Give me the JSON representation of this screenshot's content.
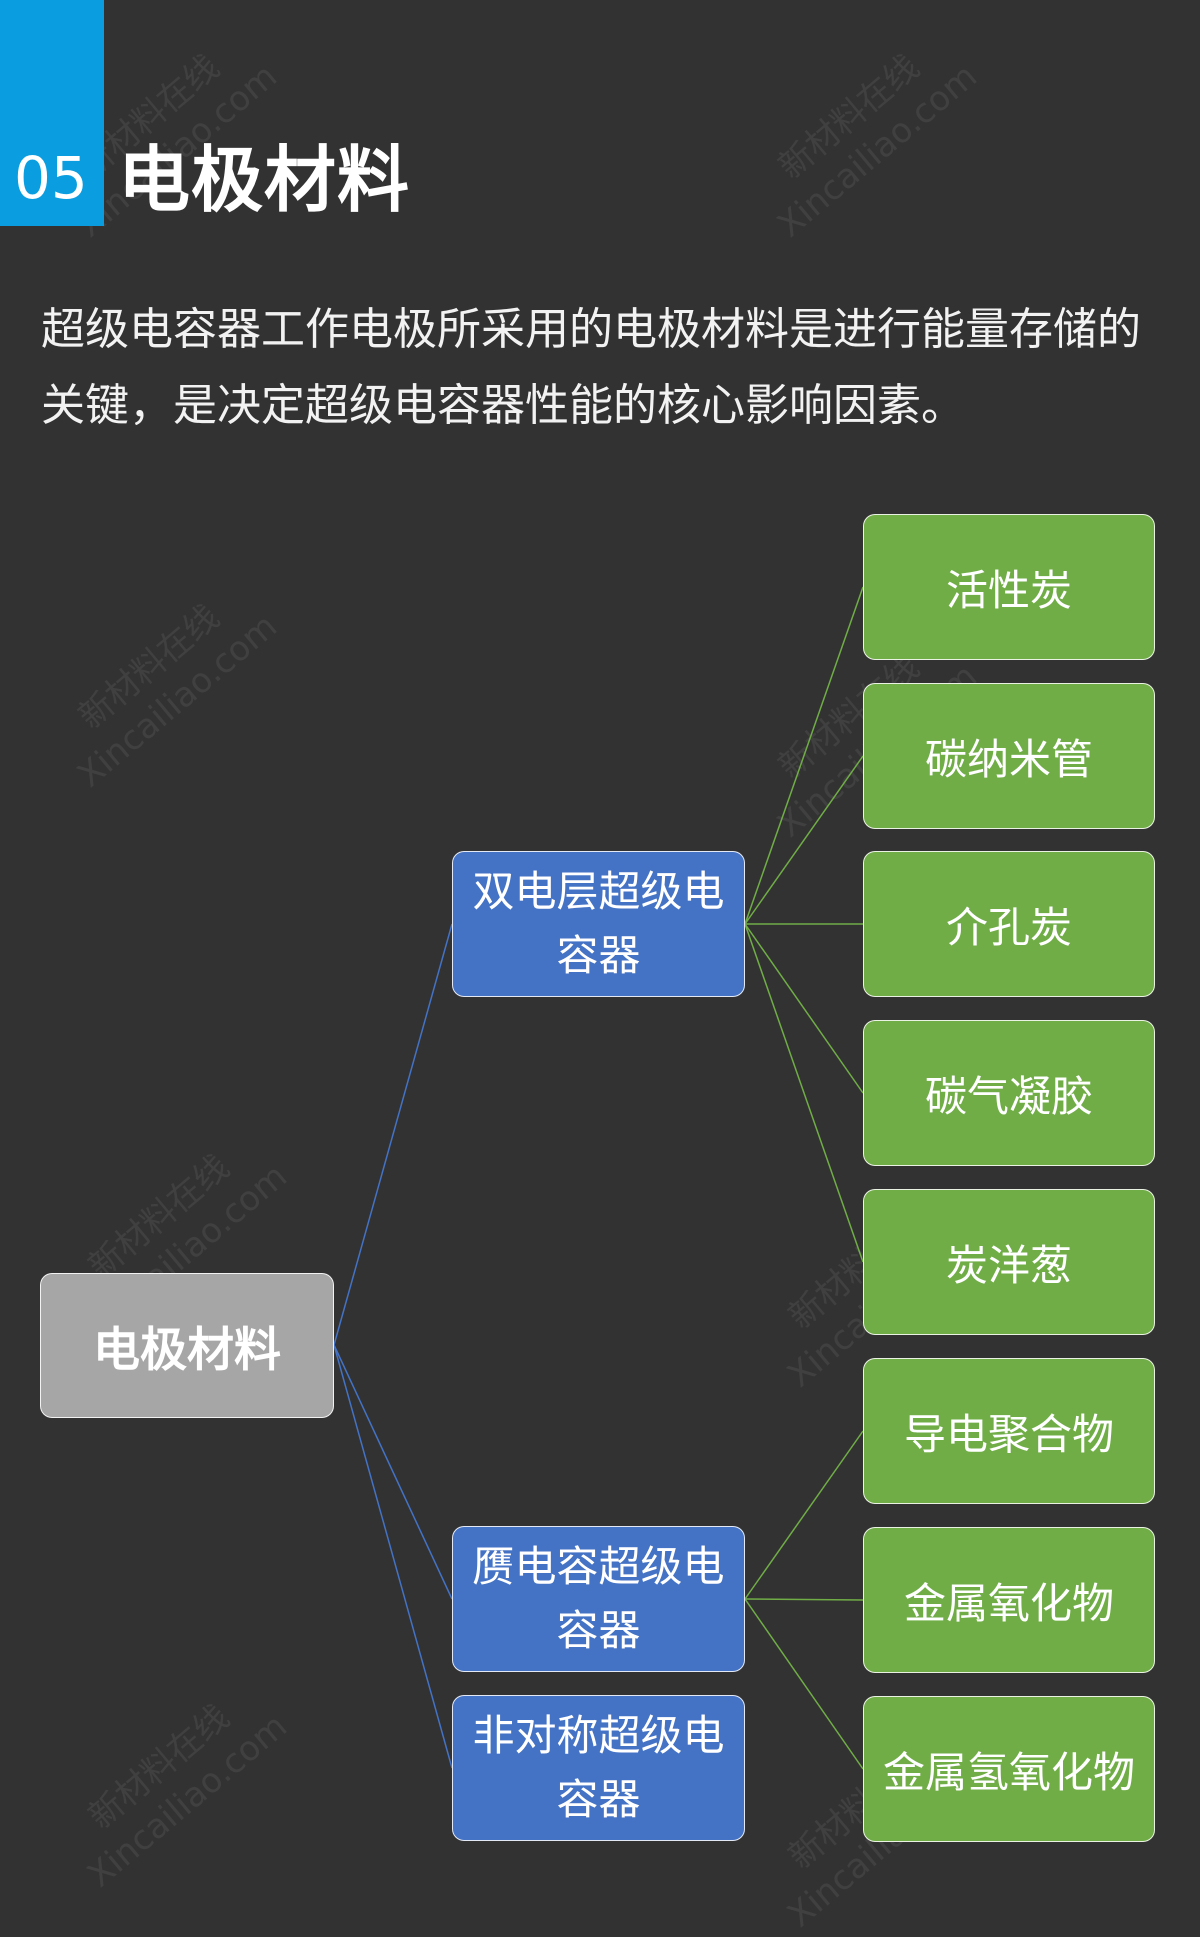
{
  "header": {
    "number": "05",
    "title": "电极材料"
  },
  "intro": "超级电容器工作电极所采用的电极材料是进行能量存储的关键，是决定超级电容器性能的核心影响因素。",
  "tree": {
    "root": "电极材料",
    "branches": [
      {
        "label": "双电层超级电容器",
        "children": [
          "活性炭",
          "碳纳米管",
          "介孔炭",
          "碳气凝胶",
          "炭洋葱"
        ]
      },
      {
        "label": "赝电容超级电容器",
        "children": [
          "导电聚合物",
          "金属氧化物",
          "金属氢氧化物"
        ]
      },
      {
        "label": "非对称超级电容器",
        "children": []
      }
    ]
  },
  "watermark": "新材料在线\nXincailiao.com",
  "colors": {
    "badge": "#0a9ee0",
    "root": "#a6a6a6",
    "branch": "#4472c4",
    "leaf": "#70ad47",
    "background": "#323232"
  }
}
